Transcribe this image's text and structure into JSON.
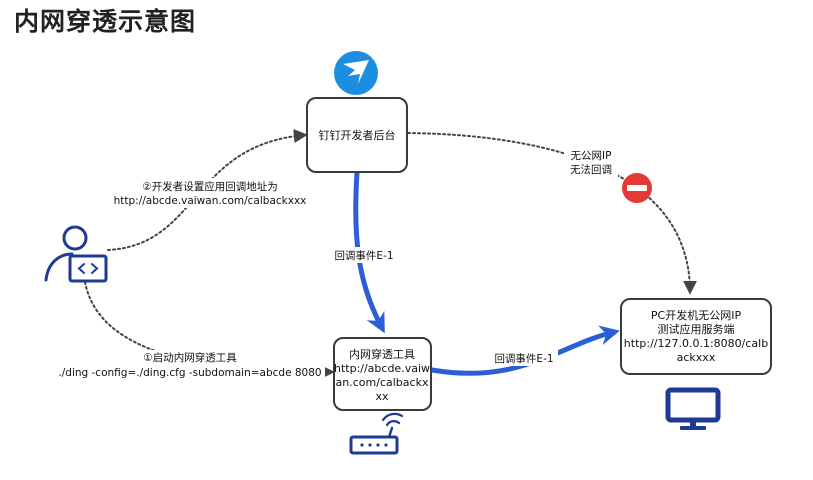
{
  "page": {
    "title": "内网穿透示意图"
  },
  "nodes": {
    "backend": {
      "label": "钉钉开发者后台"
    },
    "tunnel": {
      "lines": [
        "内网穿透工具",
        "http://abcde.vaiw",
        "an.com/calbackx",
        "xx"
      ]
    },
    "devpc": {
      "lines": [
        "PC开发机无公网IP",
        "测试应用服务端",
        "http://127.0.0.1:8080/calb",
        "ackxxx"
      ]
    }
  },
  "edges": {
    "setup_callback": {
      "lines": [
        "②开发者设置应用回调地址为",
        "http://abcde.vaiwan.com/calbackxxx"
      ]
    },
    "start_tunnel": {
      "lines": [
        "①启动内网穿透工具",
        "./ding -config=./ding.cfg -subdomain=abcde 8080"
      ]
    },
    "callback_down": {
      "label": "回调事件E-1"
    },
    "callback_right": {
      "label": "回调事件E-1"
    },
    "no_public_ip": {
      "lines": [
        "无公网IP",
        "无法回调"
      ]
    }
  },
  "icons": {
    "dingtalk": "dingtalk-logo-icon",
    "developer": "developer-person-icon",
    "router": "wifi-router-icon",
    "monitor": "computer-monitor-icon",
    "blocked": "no-entry-icon"
  },
  "colors": {
    "flow_blue": "#2a5fd6",
    "dingtalk_blue": "#1d8ddf",
    "icon_navy": "#1f3a93",
    "blocked_red": "#e53935"
  }
}
